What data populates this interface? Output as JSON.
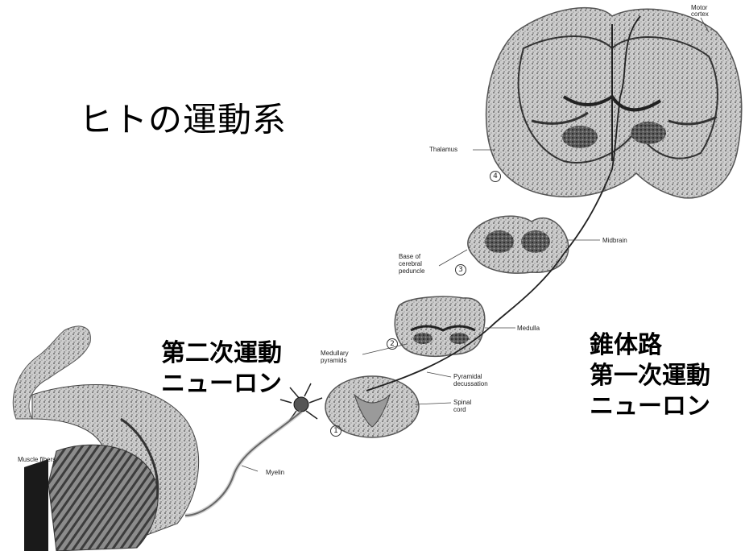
{
  "title": "ヒトの運動系",
  "labels": {
    "second_neuron_line1": "第二次運動",
    "second_neuron_line2": "ニューロン",
    "pyramidal_tract": "錐体路",
    "first_neuron_line1": "第一次運動",
    "first_neuron_line2": "ニューロン"
  },
  "anatomy_labels": {
    "motor_cortex": "Motor cortex",
    "thalamus": "Thalamus",
    "midbrain": "Midbrain",
    "base_of_cerebral_peduncle": "Base of cerebral peduncle",
    "medulla": "Medulla",
    "medullary_pyramids": "Medullary pyramids",
    "pyramidal_decussation": "Pyramidal decussation",
    "spinal_cord": "Spinal cord",
    "myelin": "Myelin",
    "muscle_fibers": "Muscle fibers"
  },
  "section_numbers": [
    "1",
    "2",
    "3",
    "4"
  ],
  "colors": {
    "text": "#000000",
    "tissue_dark": "#3a3a3a",
    "tissue_mid": "#8a8a8a",
    "tissue_light": "#cfcfcf"
  }
}
